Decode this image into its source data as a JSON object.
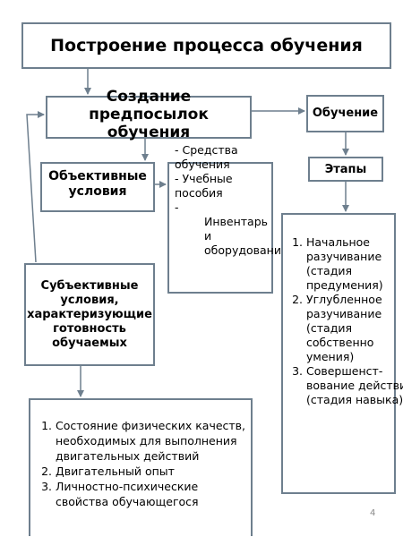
{
  "title": "Построение процесса обучения",
  "prerequisites": "Создание предпосылок обучения",
  "training": "Обучение",
  "objective_conditions": "Объективные условия",
  "means": {
    "items": [
      "- Средства обучения",
      "- Учебные пособия",
      "-",
      "Инвентарь и оборудование"
    ]
  },
  "stages": "Этапы",
  "subjective_conditions": "Субъективные условия, характеризующие готовность обучаемых",
  "stage_list": [
    "Начальное разучивание (стадия предумения)",
    "Углубленное разучивание (стадия собственно умения)",
    "Совершенст-вование действия (стадия навыка)"
  ],
  "condition_list": [
    "Состояние физических качеств, необходимых для выполнения двигательных действий",
    "Двигательный опыт",
    "Личностно-психические свойства обучающегося"
  ],
  "page_number": "4",
  "colors": {
    "border": "#6e7f8e",
    "arrow": "#6e7f8e"
  }
}
